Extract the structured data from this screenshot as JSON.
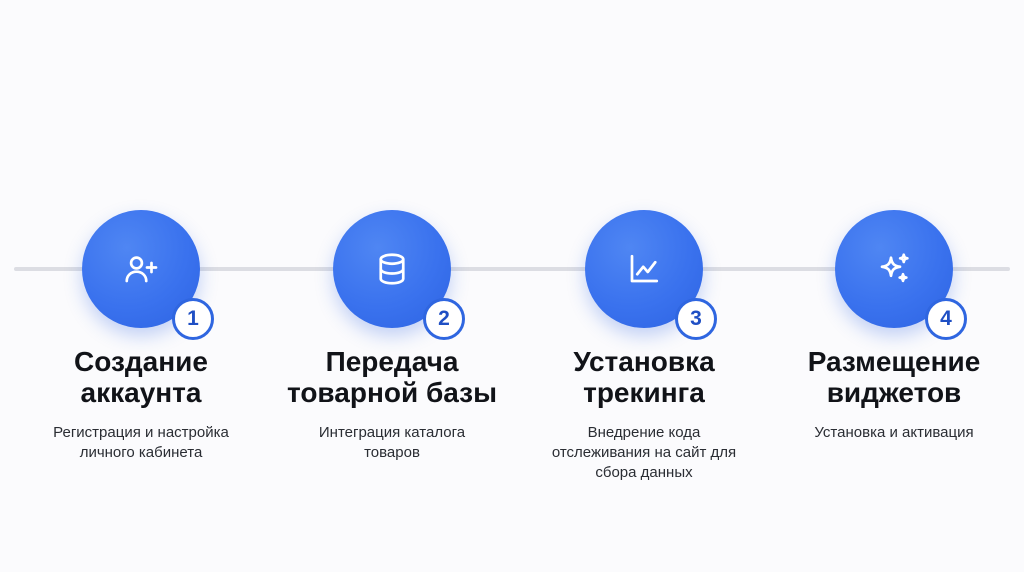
{
  "steps": [
    {
      "number": "1",
      "icon": "user-plus-icon",
      "title_lines": [
        "Создание",
        "аккаунта"
      ],
      "desc_lines": [
        "Регистрация и настройка",
        "личного кабинета"
      ]
    },
    {
      "number": "2",
      "icon": "database-icon",
      "title_lines": [
        "Передача",
        "товарной базы"
      ],
      "desc_lines": [
        "Интеграция каталога",
        "товаров"
      ]
    },
    {
      "number": "3",
      "icon": "line-chart-icon",
      "title_lines": [
        "Установка",
        "трекинга"
      ],
      "desc_lines": [
        "Внедрение кода",
        "отслеживания на сайт для",
        "сбора данных"
      ]
    },
    {
      "number": "4",
      "icon": "sparkles-icon",
      "title_lines": [
        "Размещение",
        "виджетов"
      ],
      "desc_lines": [
        "Установка и активация"
      ]
    }
  ],
  "colors": {
    "circle": "#3a72ee",
    "badge_border": "#2f66e0",
    "badge_text": "#1f4fc4",
    "line": "#dcdde3",
    "title": "#111318",
    "desc": "#2a2d33"
  }
}
